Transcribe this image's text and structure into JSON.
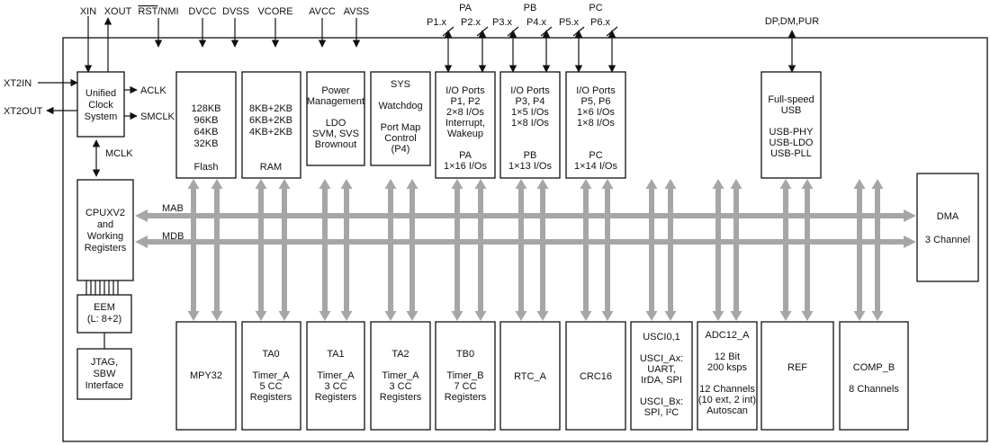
{
  "top_signals": {
    "xin": "XIN",
    "xout": "XOUT",
    "rst_bar": "RST",
    "rst_rest": "/NMI",
    "dvcc": "DVCC",
    "dvss": "DVSS",
    "vcore": "VCORE",
    "avcc": "AVCC",
    "avss": "AVSS",
    "pa": "PA",
    "pb": "PB",
    "pc": "PC",
    "p1": "P1.x",
    "p2": "P2.x",
    "p3": "P3.x",
    "p4": "P4.x",
    "p5": "P5.x",
    "p6": "P6.x",
    "usb_pins": "DP,DM,PUR"
  },
  "side_signals": {
    "xt2in": "XT2IN",
    "xt2out": "XT2OUT",
    "aclk": "ACLK",
    "smclk": "SMCLK",
    "mclk": "MCLK"
  },
  "bus_labels": {
    "mab": "MAB",
    "mdb": "MDB"
  },
  "blocks": {
    "ucs": [
      "Unified",
      "Clock",
      "System"
    ],
    "flash": [
      "128KB",
      "96KB",
      "64KB",
      "32KB",
      "",
      "Flash"
    ],
    "ram": [
      "8KB+2KB",
      "6KB+2KB",
      "4KB+2KB",
      "",
      "",
      "RAM"
    ],
    "power": [
      "Power",
      "Management",
      "",
      "LDO",
      "SVM, SVS",
      "Brownout"
    ],
    "sys": [
      "SYS",
      "",
      "Watchdog",
      "",
      "Port Map",
      "Control",
      "(P4)"
    ],
    "pa": [
      "I/O Ports",
      "P1, P2",
      "2×8 I/Os",
      "Interrupt,",
      "Wakeup",
      "",
      "PA",
      "1×16 I/Os"
    ],
    "pb": [
      "I/O Ports",
      "P3, P4",
      "1×5 I/Os",
      "1×8 I/Os",
      "",
      "",
      "PB",
      "1×13 I/Os"
    ],
    "pc": [
      "I/O Ports",
      "P5, P6",
      "1×6 I/Os",
      "1×8 I/Os",
      "",
      "",
      "PC",
      "1×14 I/Os"
    ],
    "usb": [
      "Full-speed",
      "USB",
      "",
      "USB-PHY",
      "USB-LDO",
      "USB-PLL"
    ],
    "cpu": [
      "CPUXV2",
      "and",
      "Working",
      "Registers"
    ],
    "eem": [
      "EEM",
      "(L: 8+2)"
    ],
    "jtag": [
      "JTAG,",
      "SBW",
      "Interface"
    ],
    "dma": [
      "DMA",
      "",
      "3 Channel"
    ],
    "mpy": [
      "MPY32"
    ],
    "ta0": [
      "TA0",
      "",
      "Timer_A",
      "5 CC",
      "Registers"
    ],
    "ta1": [
      "TA1",
      "",
      "Timer_A",
      "3 CC",
      "Registers"
    ],
    "ta2": [
      "TA2",
      "",
      "Timer_A",
      "3 CC",
      "Registers"
    ],
    "tb0": [
      "TB0",
      "",
      "Timer_B",
      "7 CC",
      "Registers"
    ],
    "rtc": [
      "RTC_A"
    ],
    "crc": [
      "CRC16"
    ],
    "usci": [
      "USCI0,1",
      "",
      "USCI_Ax:",
      "UART,",
      "IrDA, SPI",
      "",
      "USCI_Bx:",
      "SPI, I²C"
    ],
    "adc": [
      "ADC12_A",
      "",
      "12 Bit",
      "200 ksps",
      "",
      "12 Channels",
      "(10 ext, 2 int)",
      "Autoscan"
    ],
    "ref": [
      "REF"
    ],
    "comp": [
      "COMP_B",
      "",
      "8 Channels"
    ]
  }
}
